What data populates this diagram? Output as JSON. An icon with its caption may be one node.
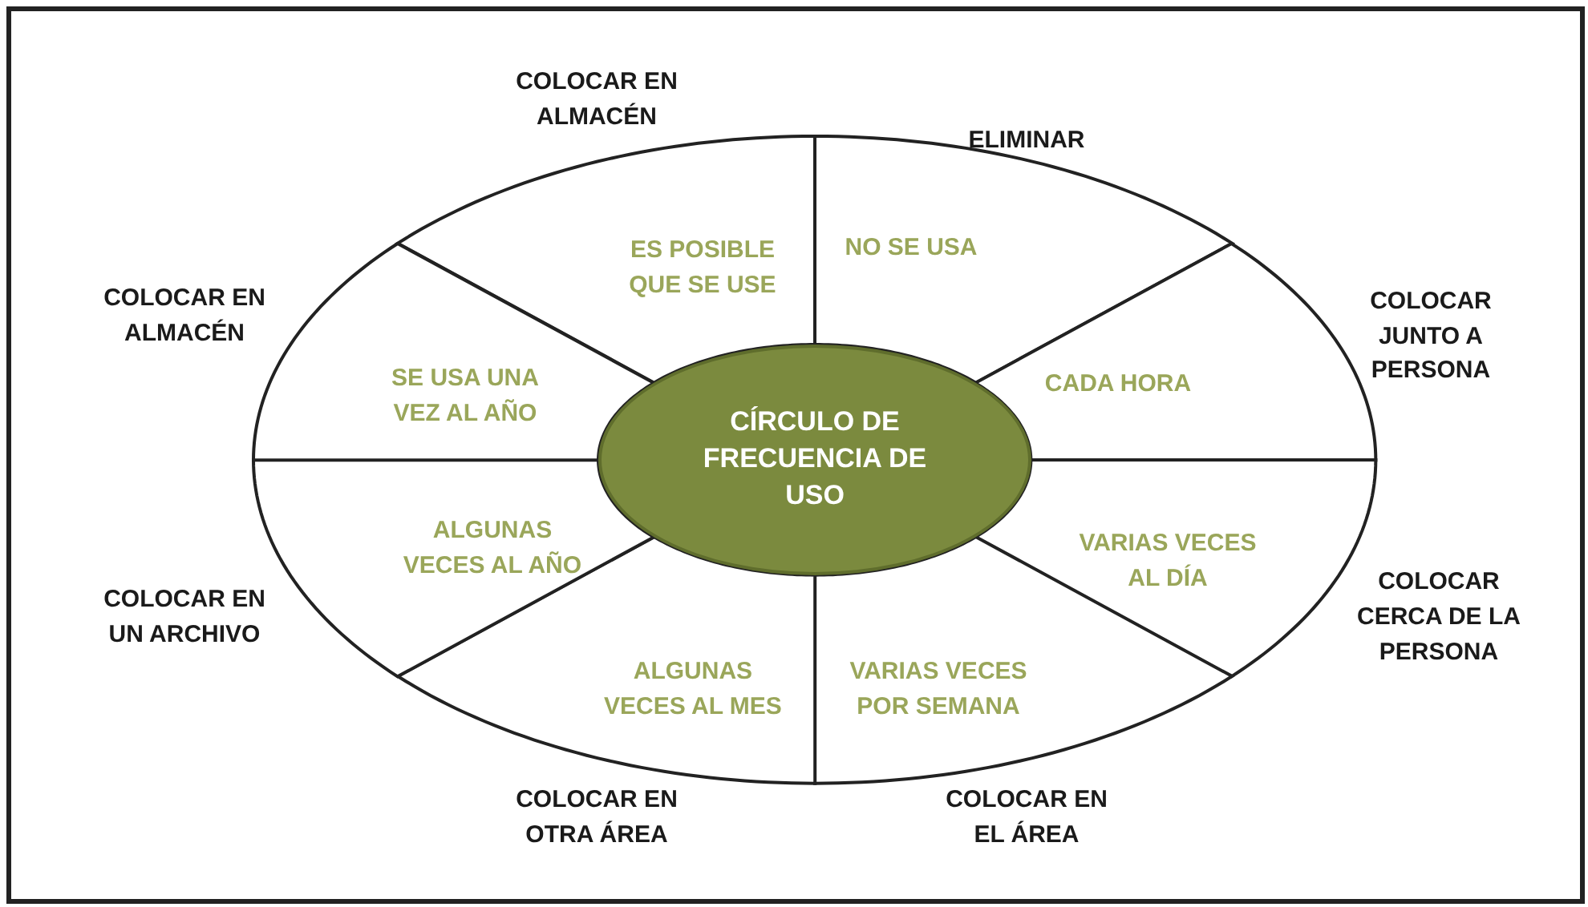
{
  "diagram": {
    "nodes": [
      {
        "text": [
          "CÍRCULO DE FRECUENCIA DE USO"
        ]
      },
      {
        "text": [
          "ES POSIBLE QUE SE USE"
        ],
        "beside": [
          "COLOCAR EN ALMACÉN"
        ]
      },
      {
        "text": [
          "NO SE USA"
        ],
        "beside": [
          "ELIMINAR"
        ]
      },
      {
        "text": [
          "CADA HORA"
        ],
        "beside": [
          "COLOCAR JUNTO A PERSONA"
        ]
      },
      {
        "text": [
          "VARIAS VECES AL DÍA"
        ],
        "beside": [
          "COLOCAR CERCA DE LA PERSONA"
        ]
      },
      {
        "text": [
          "VARIAS VECES POR SEMANA"
        ],
        "beside": [
          "COLOCAR EN EL ÁREA"
        ]
      },
      {
        "text": [
          "ALGUNAS VECES AL MES"
        ],
        "beside": [
          "COLOCAR EN OTRA ÁREA"
        ]
      },
      {
        "text": [
          "ALGUNAS VECES AL AÑO"
        ],
        "beside": [
          "COLOCAR EN UN ARCHIVO"
        ]
      },
      {
        "text": [
          "SE USA UNA VEZ AL AÑO"
        ],
        "beside": [
          "COLOCAR EN ALMACÉN"
        ]
      }
    ],
    "edges": []
  }
}
